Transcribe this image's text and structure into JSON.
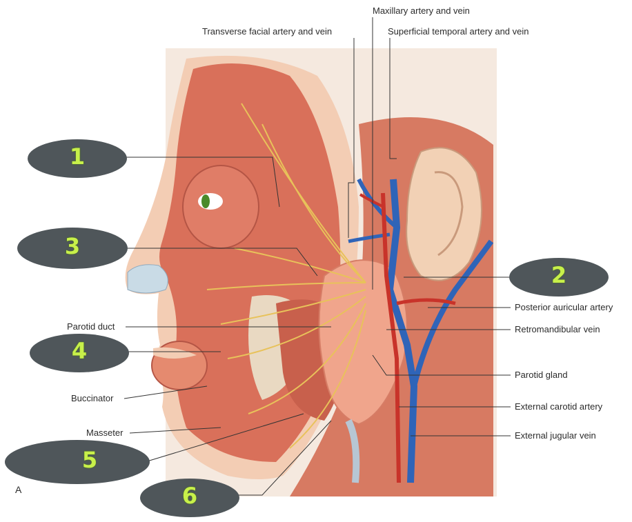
{
  "panel_letter": "A",
  "labels": {
    "maxillary": "Maxillary artery and vein",
    "transverse_facial": "Transverse facial artery and vein",
    "superficial_temporal": "Superficial temporal artery and vein",
    "posterior_auricular": "Posterior auricular artery",
    "retromandibular": "Retromandibular vein",
    "parotid_gland": "Parotid gland",
    "external_carotid": "External carotid artery",
    "external_jugular": "External jugular vein",
    "parotid_duct": "Parotid duct",
    "buccinator": "Buccinator",
    "masseter": "Masseter"
  },
  "hidden_label_numbers": [
    "1",
    "2",
    "3",
    "4",
    "5",
    "6"
  ],
  "colors": {
    "muscle": "#d9705a",
    "skin": "#f3cdb4",
    "nerve": "#e8c25a",
    "vein": "#2f64b8",
    "artery": "#c8332a",
    "gland": "#f0a58c",
    "number": "#c8f04a",
    "blob": "#4f565a"
  }
}
